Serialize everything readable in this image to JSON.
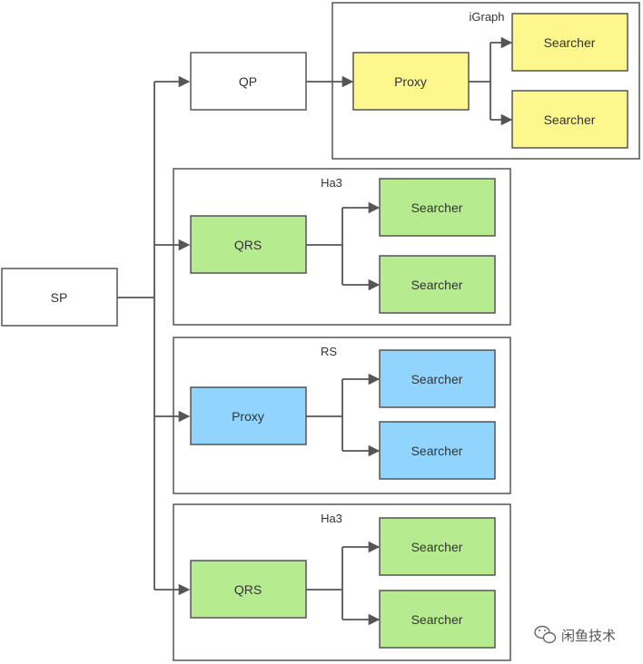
{
  "colors": {
    "stroke": "#555555",
    "white_node": "#ffffff",
    "igraph_fill": "#fdf78d",
    "ha3_fill": "#b7eb8f",
    "rs_fill": "#91d5ff"
  },
  "nodes": {
    "sp": "SP",
    "qp": "QP"
  },
  "groups": {
    "igraph": {
      "title": "iGraph",
      "entry": "Proxy",
      "searcher_1": "Searcher",
      "searcher_2": "Searcher"
    },
    "ha3_a": {
      "title": "Ha3",
      "entry": "QRS",
      "searcher_1": "Searcher",
      "searcher_2": "Searcher"
    },
    "rs": {
      "title": "RS",
      "entry": "Proxy",
      "searcher_1": "Searcher",
      "searcher_2": "Searcher"
    },
    "ha3_b": {
      "title": "Ha3",
      "entry": "QRS",
      "searcher_1": "Searcher",
      "searcher_2": "Searcher"
    }
  },
  "watermark": {
    "text": "闲鱼技术",
    "icon": "wechat-icon"
  }
}
